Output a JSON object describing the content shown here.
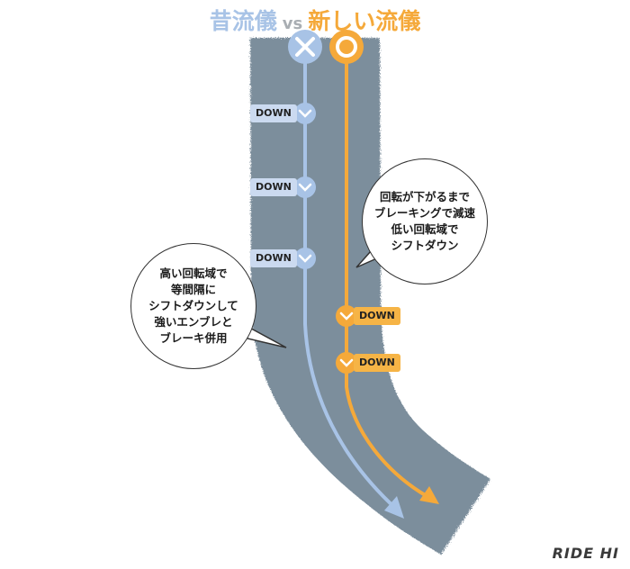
{
  "title": {
    "old": "昔流儀",
    "vs": "vs",
    "new": "新しい流儀"
  },
  "old_method": {
    "symbol": "×",
    "down_labels": [
      "DOWN",
      "DOWN",
      "DOWN"
    ],
    "description": "高い回転域で\n等間隔に\nシフトダウンして\n強いエンブレと\nブレーキ併用",
    "color": "#a8c3e6"
  },
  "new_method": {
    "symbol": "○",
    "down_labels": [
      "DOWN",
      "DOWN"
    ],
    "description": "回転が下がるまで\nブレーキングで減速\n低い回転域で\nシフトダウン",
    "color": "#f5a93a"
  },
  "road_color": "#7b8e9c",
  "logo": "RIDE HI"
}
